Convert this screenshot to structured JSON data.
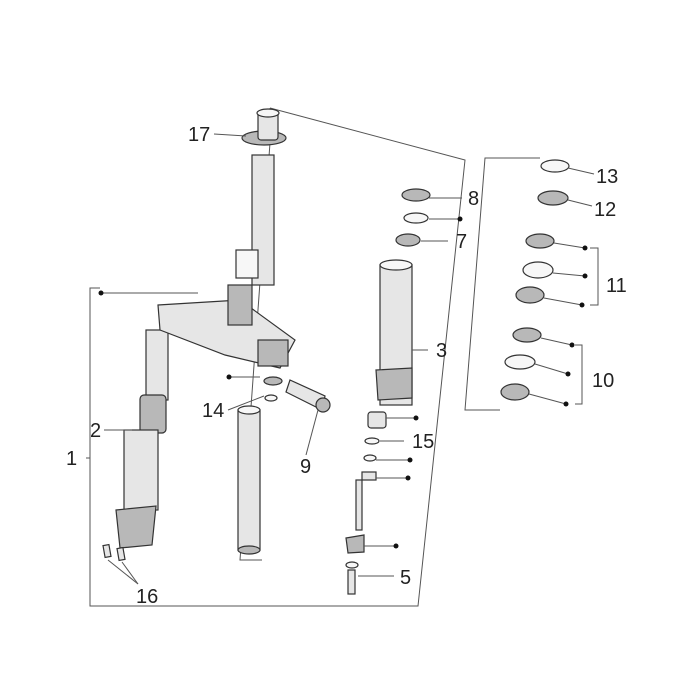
{
  "callouts": {
    "c1": "1",
    "c2": "2",
    "c3": "3",
    "c5": "5",
    "c7": "7",
    "c8": "8",
    "c9": "9",
    "c10": "10",
    "c11": "11",
    "c12": "12",
    "c13": "13",
    "c14": "14",
    "c15": "15",
    "c16": "16",
    "c17": "17"
  },
  "colors": {
    "line": "#555555",
    "part_fill": "#e6e6e6",
    "part_dark": "#b8b8b8",
    "outline": "#333333"
  }
}
